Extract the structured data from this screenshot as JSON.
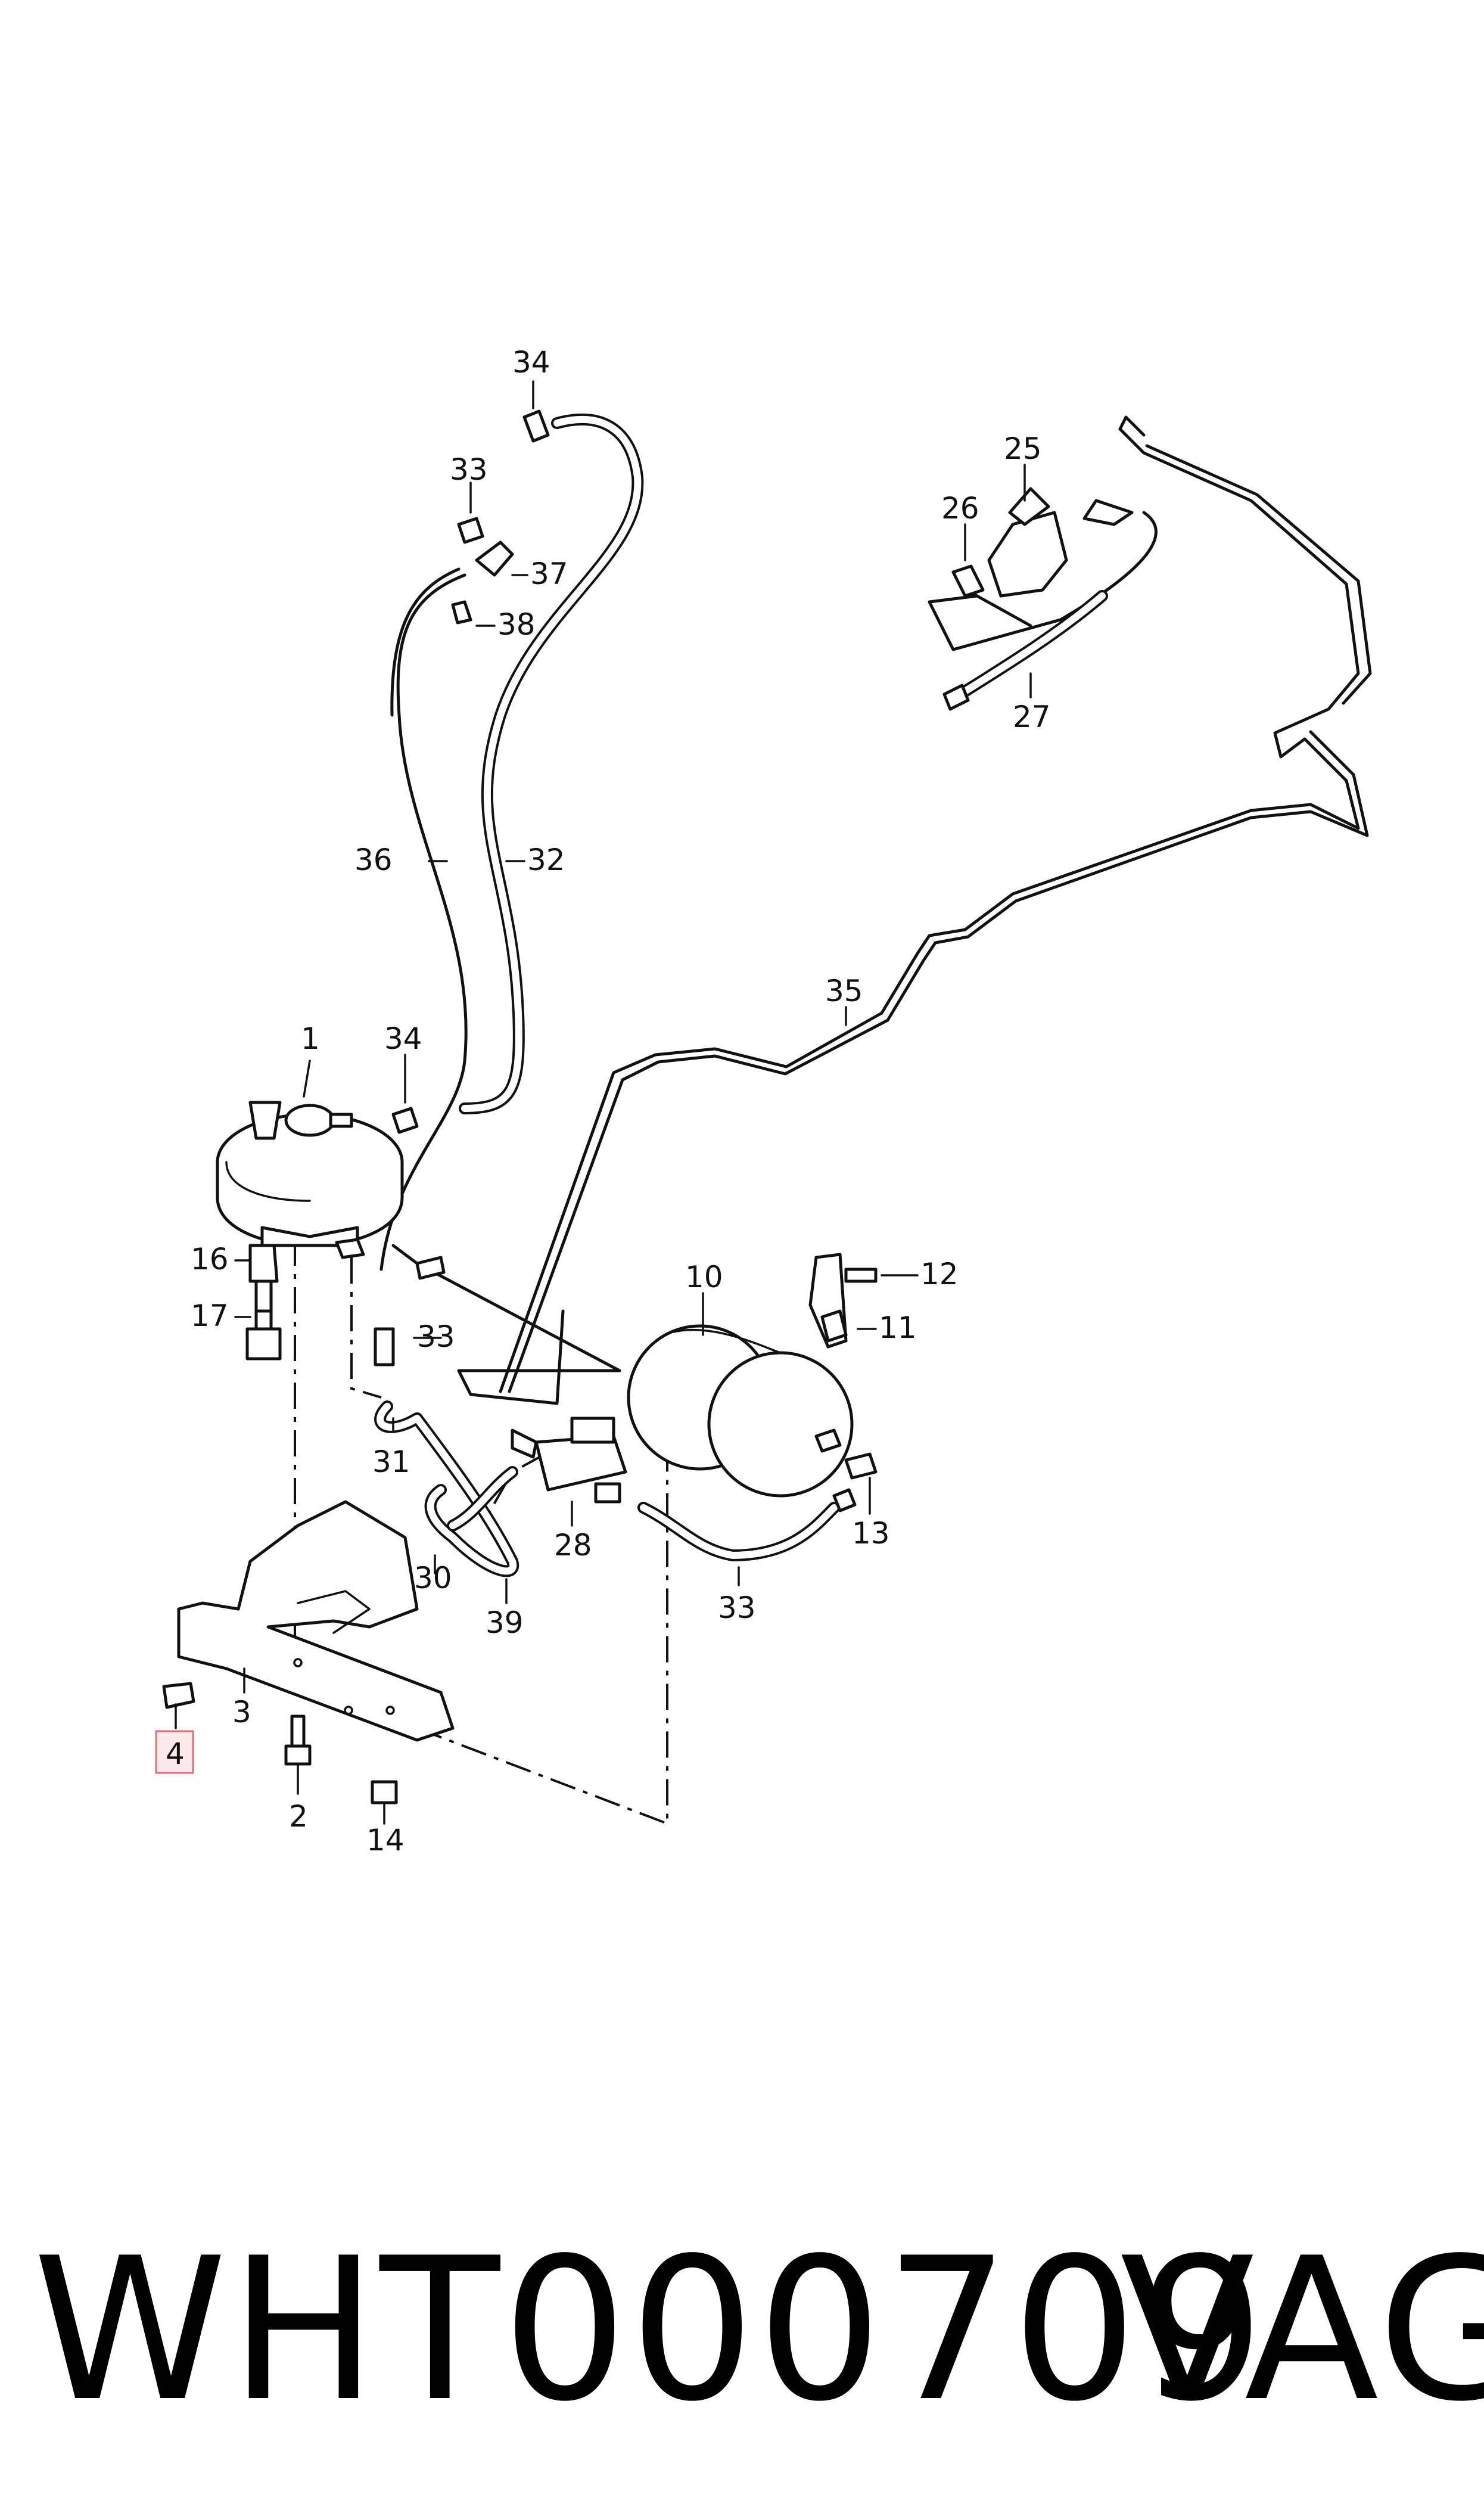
{
  "callouts": {
    "c1": "1",
    "c2": "2",
    "c3": "3",
    "c4": "4",
    "c10": "10",
    "c11": "11",
    "c12": "12",
    "c13": "13",
    "c14": "14",
    "c16": "16",
    "c17": "17",
    "c25": "25",
    "c26": "26",
    "c27": "27",
    "c28": "28",
    "c30": "30",
    "c31": "31",
    "c32": "32",
    "c33a": "33",
    "c33b": "33",
    "c33c": "33",
    "c34a": "34",
    "c34b": "34",
    "c35": "35",
    "c36": "36",
    "c37": "37",
    "c38": "38",
    "c39": "39"
  },
  "highlighted_callout": "4",
  "footer": {
    "part_number": "WHT000709",
    "brand": "VAG"
  },
  "colors": {
    "line": "#111111",
    "highlight_fill": "#fde8ea",
    "highlight_border": "#e06c78"
  }
}
